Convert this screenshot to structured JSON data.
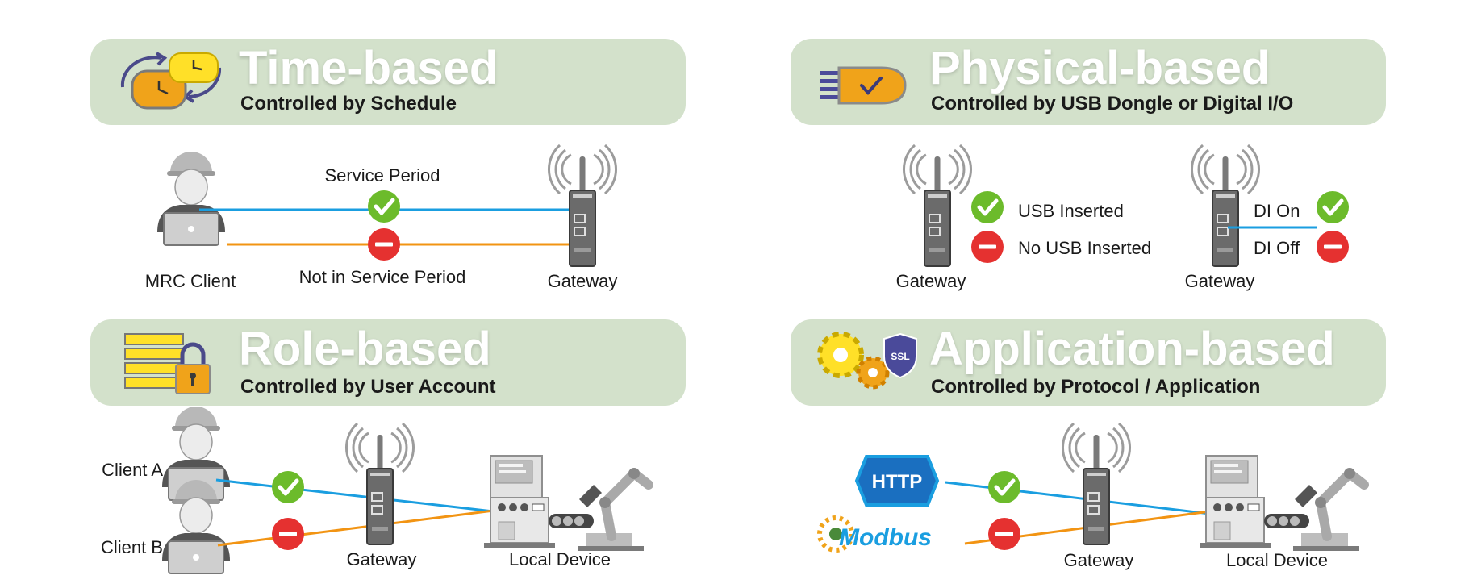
{
  "colors": {
    "panel": "#d3e1cb",
    "title": "#ffffff",
    "blue_line": "#1a9ee0",
    "orange_line": "#f29413",
    "allow": "#6cbb2b",
    "deny": "#e53130"
  },
  "time": {
    "title": "Time-based",
    "subtitle": "Controlled by Schedule",
    "client": "MRC Client",
    "allowed": "Service Period",
    "denied": "Not in Service Period",
    "gateway": "Gateway"
  },
  "physical": {
    "title": "Physical-based",
    "subtitle": "Controlled by USB Dongle or Digital I/O",
    "gateway1": "Gateway",
    "usb_in": "USB Inserted",
    "usb_out": "No USB Inserted",
    "gateway2": "Gateway",
    "di_on": "DI On",
    "di_off": "DI Off"
  },
  "role": {
    "title": "Role-based",
    "subtitle": "Controlled by User Account",
    "client_a": "Client A",
    "client_b": "Client B",
    "gateway": "Gateway",
    "device": "Local Device"
  },
  "app": {
    "title": "Application-based",
    "subtitle": "Controlled by Protocol / Application",
    "http": "HTTP",
    "modbus": "Modbus",
    "ssl": "SSL",
    "gateway": "Gateway",
    "device": "Local Device"
  },
  "icons": [
    "clock-icon",
    "usb-dongle-icon",
    "server-lock-icon",
    "gear-ssl-icon",
    "worker-icon",
    "gateway-icon",
    "check-icon",
    "deny-icon",
    "machine-icon",
    "robot-arm-icon"
  ]
}
